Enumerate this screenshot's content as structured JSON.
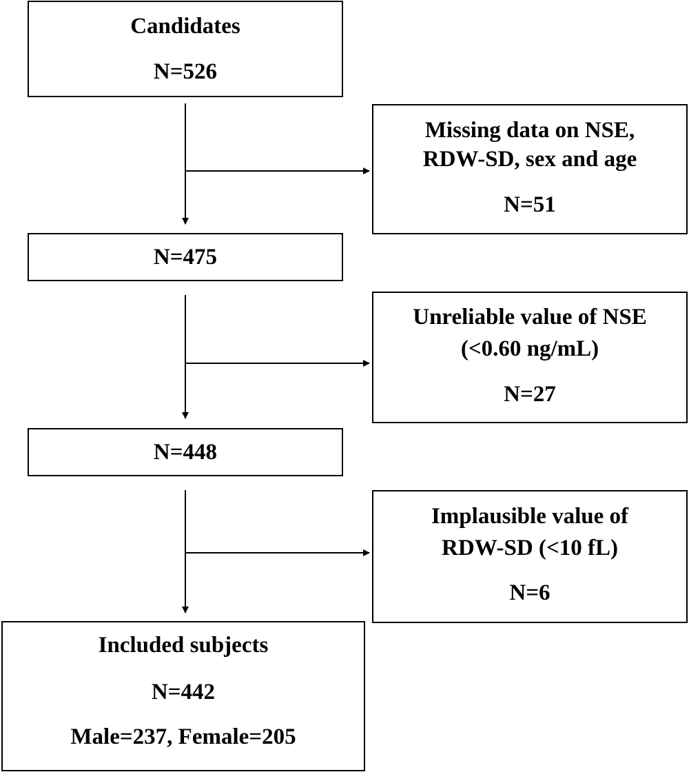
{
  "flow": {
    "candidates": {
      "label": "Candidates",
      "n": "N=526"
    },
    "exclusion_1": {
      "line1": "Missing  data on NSE,",
      "line2": "RDW-SD, sex and age",
      "n": "N=51"
    },
    "step_2": {
      "n": "N=475"
    },
    "exclusion_2": {
      "line1": "Unreliable  value of NSE",
      "line2": "(<0.60 ng/mL)",
      "n": "N=27"
    },
    "step_3": {
      "n": "N=448"
    },
    "exclusion_3": {
      "line1": "Implausible value of",
      "line2": "RDW-SD (<10 fL)",
      "n": "N=6"
    },
    "included": {
      "label": "Included  subjects",
      "n": "N=442",
      "breakdown": "Male=237, Female=205"
    }
  },
  "colors": {
    "line": "#000000",
    "box_border": "#000000",
    "background": "#ffffff"
  }
}
